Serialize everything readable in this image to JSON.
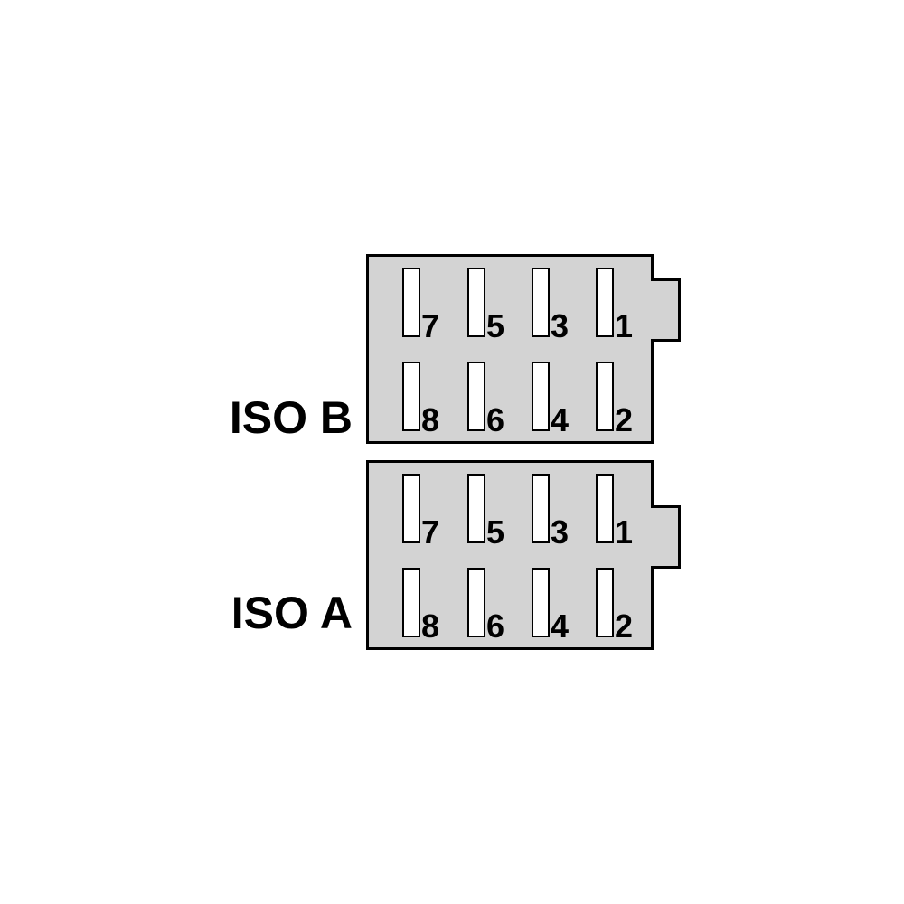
{
  "colors": {
    "housing_fill": "#d3d3d3",
    "outline": "#000000",
    "pin_fill": "#ffffff",
    "background": "#ffffff"
  },
  "connectors": [
    {
      "id": "b",
      "label": "ISO B",
      "top_row": [
        "7",
        "5",
        "3",
        "1"
      ],
      "bottom_row": [
        "8",
        "6",
        "4",
        "2"
      ]
    },
    {
      "id": "a",
      "label": "ISO A",
      "top_row": [
        "7",
        "5",
        "3",
        "1"
      ],
      "bottom_row": [
        "8",
        "6",
        "4",
        "2"
      ]
    }
  ]
}
